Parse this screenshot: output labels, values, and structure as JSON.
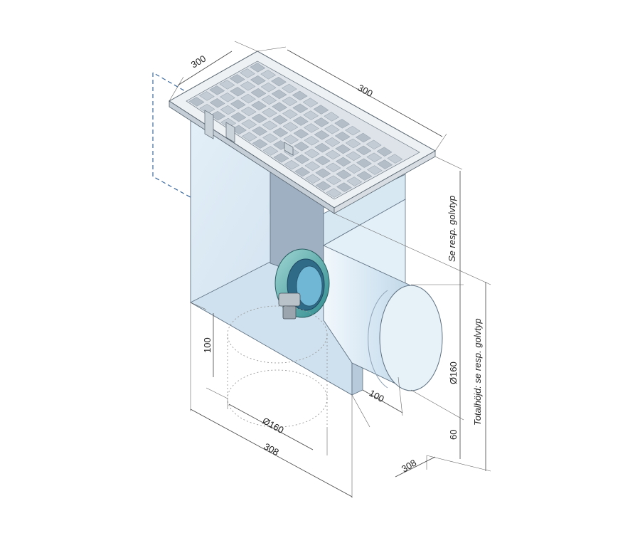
{
  "dimensions": {
    "grate_depth": "300",
    "grate_length": "300",
    "floor_note": "Se resp. golvtyp",
    "total_height_note": "Totalhöjd: se resp. golvtyp",
    "outlet_diameter_side": "Ø160",
    "outlet_diameter_bottom": "Ø160",
    "outlet_length": "100",
    "bottom_spigot_height": "100",
    "bottom_offset": "60",
    "body_width": "308",
    "body_depth": "308"
  },
  "colors": {
    "body_light": "#dcebf5",
    "body_mid": "#c4d8e8",
    "body_dark": "#8e9fb3",
    "grate": "#eef0f2",
    "grate_shadow": "#b9c3cc",
    "outlet": "#d6e7f3",
    "seal_teal": "#5fb6b5",
    "dashed_blue": "#3d6a9e"
  }
}
